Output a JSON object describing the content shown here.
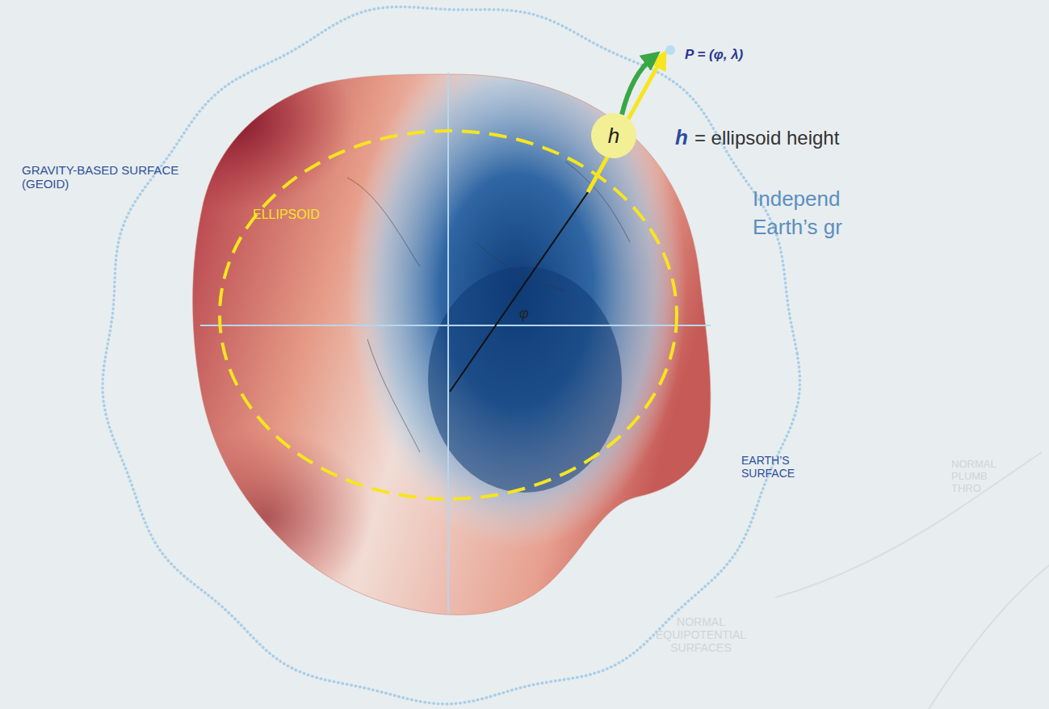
{
  "diagram": {
    "nodes": [
      {
        "text": [
          "h"
        ]
      }
    ],
    "labels": [
      "P = (φ, λ)",
      "h",
      "= ellipsoid height",
      "Independ",
      "Earth’s gr",
      "GRAVITY-BASED SURFACE (GEOID)",
      "ELLIPSOID",
      "φ",
      "EARTH’S SURFACE",
      "NORMAL EQUIPOTENTIAL SURFACES",
      "NORMAL PLUMB THRO"
    ]
  }
}
